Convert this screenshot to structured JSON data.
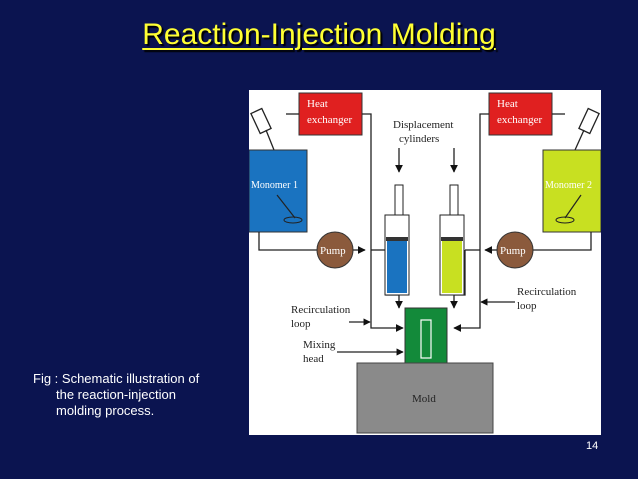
{
  "slide": {
    "title": "Reaction-Injection Molding",
    "caption_line1": "Fig : Schematic illustration of",
    "caption_line2": "the reaction-injection",
    "caption_line3": "molding process.",
    "page_number": "14"
  },
  "diagram": {
    "heat_exchanger_left": [
      "Heat",
      "exchanger"
    ],
    "heat_exchanger_right": [
      "Heat",
      "exchanger"
    ],
    "displacement_cylinders": [
      "Displacement",
      "cylinders"
    ],
    "monomer_1": "Monomer 1",
    "monomer_2": "Monomer 2",
    "pump_left": "Pump",
    "pump_right": "Pump",
    "recirculation_loop_left": [
      "Recirculation",
      "loop"
    ],
    "recirculation_loop_right": [
      "Recirculation",
      "loop"
    ],
    "mixing_head": [
      "Mixing",
      "head"
    ],
    "mold": "Mold",
    "colors": {
      "heat_exchanger": "#e02020",
      "monomer_1": "#1a73c0",
      "monomer_2": "#c8e021",
      "pump": "#8b5a3c",
      "mixing_head": "#138a3a",
      "mold": "#8a8a8a",
      "title": "#ffff33",
      "background": "#0b1450"
    }
  }
}
